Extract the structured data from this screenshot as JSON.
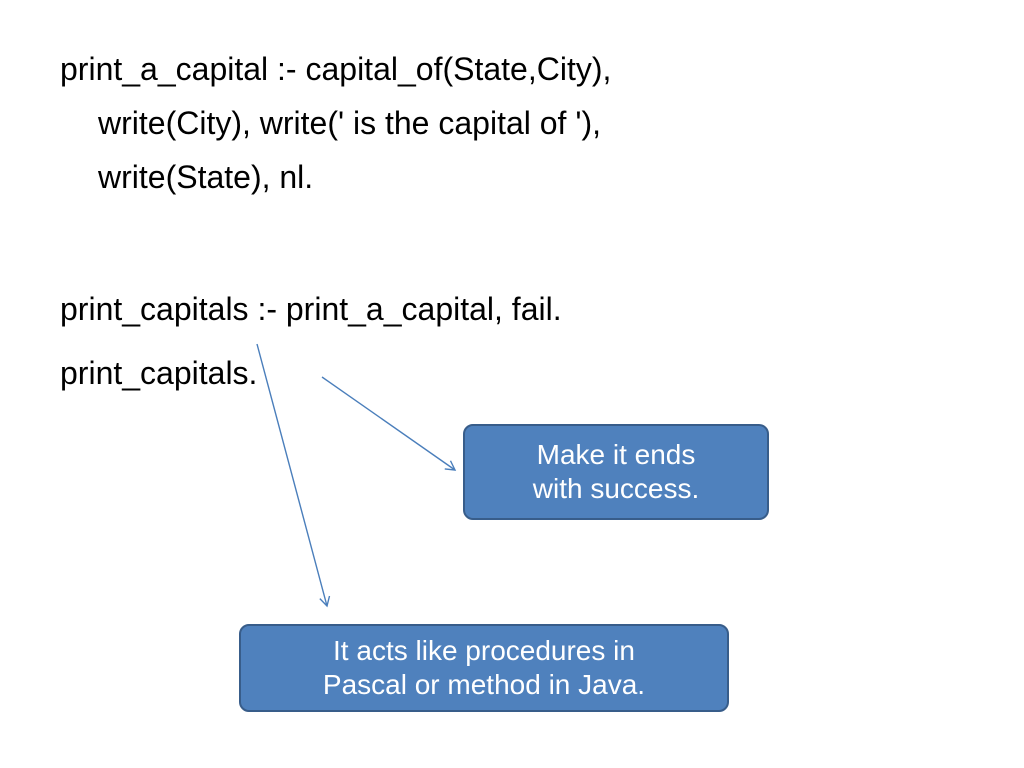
{
  "code": {
    "line1": "print_a_capital :- capital_of(State,City),",
    "line2": "write(City), write(' is the capital of '),",
    "line3": "write(State), nl.",
    "line4": "print_capitals :- print_a_capital, fail.",
    "line5": "print_capitals."
  },
  "callouts": {
    "success_line1": "Make it ends",
    "success_line2": "with success.",
    "procedures_line1": "It acts like procedures in",
    "procedures_line2": "Pascal or method in Java."
  },
  "colors": {
    "callout_fill": "#4f81bd",
    "callout_border": "#385d8a",
    "arrow": "#4a7ebb"
  }
}
